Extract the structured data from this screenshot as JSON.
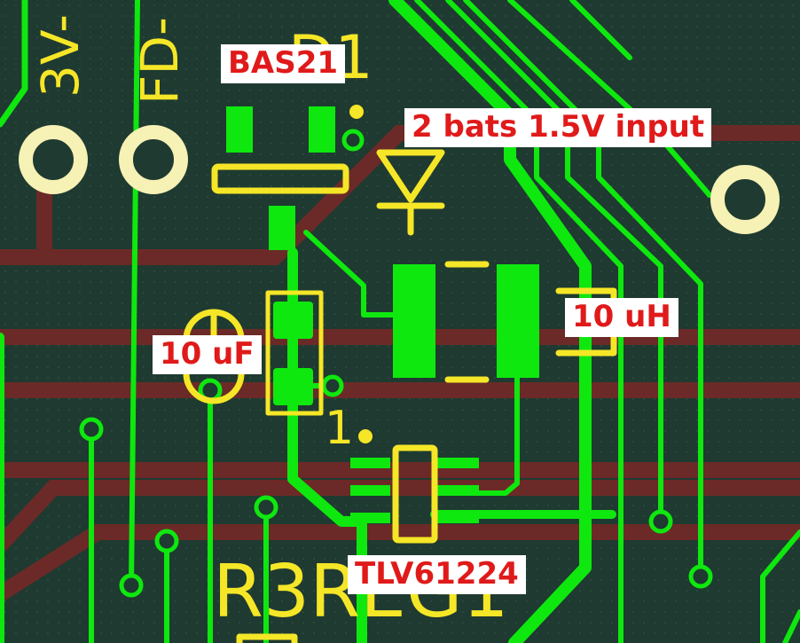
{
  "pcb": {
    "colors": {
      "background": "#1f3a31",
      "copper_front": "#0ee80e",
      "copper_back": "#6b2a27",
      "silkscreen": "#f5e627",
      "pad_ring": "#f6f1b4",
      "callout_bg": "#ffffff",
      "callout_text": "#e01a1a"
    },
    "silkscreen_text": {
      "net_3v": "3V-",
      "net_fd": "FD-",
      "d1": "D1",
      "pin1": "1",
      "r3": "R3REG1"
    },
    "callouts": {
      "diode": "BAS21",
      "battery": "2 bats 1.5V input",
      "inductor": "10 uH",
      "capacitor": "10 uF",
      "regulator": "TLV61224"
    }
  }
}
